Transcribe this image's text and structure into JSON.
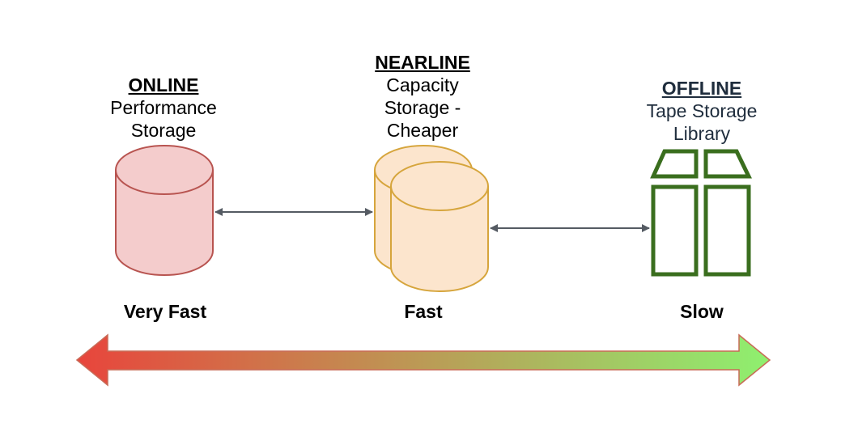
{
  "tiers": {
    "online": {
      "title": "ONLINE",
      "lines": [
        "Performance",
        "Storage"
      ],
      "speed": "Very Fast",
      "fill": "#f4cccc",
      "stroke": "#b85450"
    },
    "nearline": {
      "title": "NEARLINE",
      "lines": [
        "Capacity",
        "Storage -",
        "Cheaper"
      ],
      "speed": "Fast",
      "fill": "#fce5cd",
      "stroke": "#d6a53c"
    },
    "offline": {
      "title": "OFFLINE",
      "lines": [
        "Tape Storage",
        "Library"
      ],
      "speed": "Slow",
      "stroke": "#3a6e1e"
    }
  },
  "connector_color": "#555b63",
  "gradient_arrow": {
    "start_color": "#e8453c",
    "end_color": "#8ef06f",
    "stroke": "#c86b57"
  }
}
